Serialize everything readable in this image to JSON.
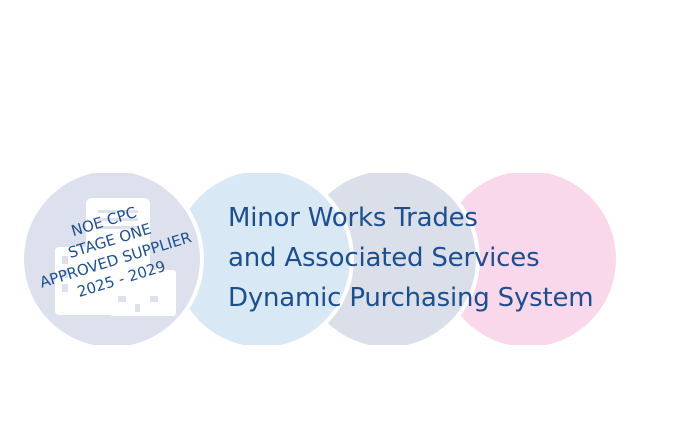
{
  "badge": {
    "lines": [
      "NOE CPC",
      "STAGE ONE",
      "APPROVED SUPPLIER",
      "2025 - 2029"
    ]
  },
  "title": {
    "lines": [
      "Minor Works Trades",
      "and Associated Services",
      "Dynamic Purchasing System"
    ]
  },
  "colors": {
    "text": "#1d4f8f",
    "circle1": "#dde1ed",
    "circle2": "#d9e8f5",
    "circle3": "#dadfea",
    "circle4": "#f9d8ec"
  }
}
